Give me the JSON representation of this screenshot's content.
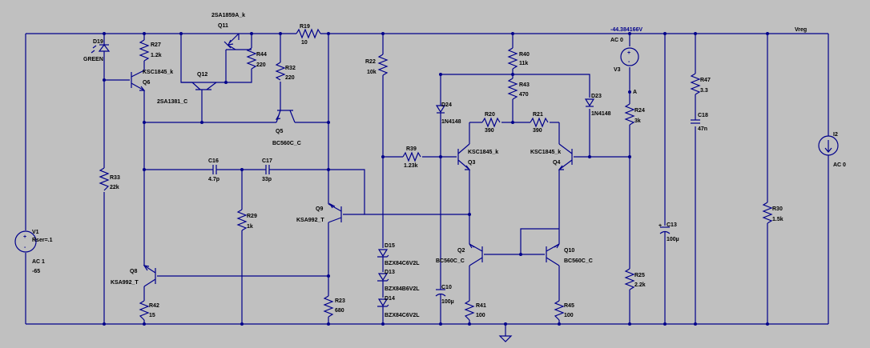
{
  "components": {
    "D19": {
      "name": "D19",
      "value": "GREEN"
    },
    "R27": {
      "name": "R27",
      "value": "1.2k"
    },
    "Q6": {
      "name": "Q6",
      "model": "KSC1845_k"
    },
    "Q11": {
      "name": "Q11",
      "model": "2SA1859A_k"
    },
    "R44": {
      "name": "R44",
      "value": "220"
    },
    "Q12": {
      "name": "Q12",
      "model": "2SA1381_C"
    },
    "R19": {
      "name": "R19",
      "value": "10"
    },
    "R32": {
      "name": "R32",
      "value": "220"
    },
    "Q5": {
      "name": "Q5",
      "model": "BC560C_C"
    },
    "R22": {
      "name": "R22",
      "value": "10k"
    },
    "R40": {
      "name": "R40",
      "value": "11k"
    },
    "R43": {
      "name": "R43",
      "value": "470"
    },
    "D24": {
      "name": "D24",
      "model": "1N4148"
    },
    "D23": {
      "name": "D23",
      "model": "1N4148"
    },
    "R20": {
      "name": "R20",
      "value": "390"
    },
    "R21": {
      "name": "R21",
      "value": "390"
    },
    "R39": {
      "name": "R39",
      "value": "1.23k"
    },
    "Q3": {
      "name": "Q3",
      "model": "KSC1845_k"
    },
    "Q4": {
      "name": "Q4",
      "model": "KSC1845_k"
    },
    "V3": {
      "name": "V3",
      "value": "AC 0"
    },
    "R24": {
      "name": "R24",
      "value": "3k"
    },
    "R47": {
      "name": "R47",
      "value": "3.3"
    },
    "C18": {
      "name": "C18",
      "value": "47n"
    },
    "I2": {
      "name": "I2",
      "value": "AC 0"
    },
    "R33": {
      "name": "R33",
      "value": "22k"
    },
    "C16": {
      "name": "C16",
      "value": "4.7p"
    },
    "C17": {
      "name": "C17",
      "value": "33p"
    },
    "R29": {
      "name": "R29",
      "value": "1k"
    },
    "Q9": {
      "name": "Q9",
      "model": "KSA992_T"
    },
    "V1": {
      "name": "V1",
      "value": "Rser=.1",
      "ac": "AC 1",
      "dc": "-65"
    },
    "Q8": {
      "name": "Q8",
      "model": "KSA992_T"
    },
    "R42": {
      "name": "R42",
      "value": "15"
    },
    "R23": {
      "name": "R23",
      "value": "680"
    },
    "D15": {
      "name": "D15",
      "model": "BZX84C6V2L"
    },
    "D13": {
      "name": "D13",
      "model": "BZX84B6V2L"
    },
    "D14": {
      "name": "D14",
      "model": "BZX84C6V2L"
    },
    "Q2": {
      "name": "Q2",
      "model": "BC560C_C"
    },
    "Q10": {
      "name": "Q10",
      "model": "BC560C_C"
    },
    "C10": {
      "name": "C10",
      "value": "100µ"
    },
    "R41": {
      "name": "R41",
      "value": "100"
    },
    "R45": {
      "name": "R45",
      "value": "100"
    },
    "C13": {
      "name": "C13",
      "value": "100µ"
    },
    "R25": {
      "name": "R25",
      "value": "2.2k"
    },
    "R30": {
      "name": "R30",
      "value": "1.5k"
    }
  },
  "labels": {
    "voltage_readout": "-44.384166V",
    "net_vreg": "Vreg",
    "net_a": "A"
  },
  "colors": {
    "background": "#c0c0c0",
    "wire": "#00008b",
    "text": "#000000"
  }
}
